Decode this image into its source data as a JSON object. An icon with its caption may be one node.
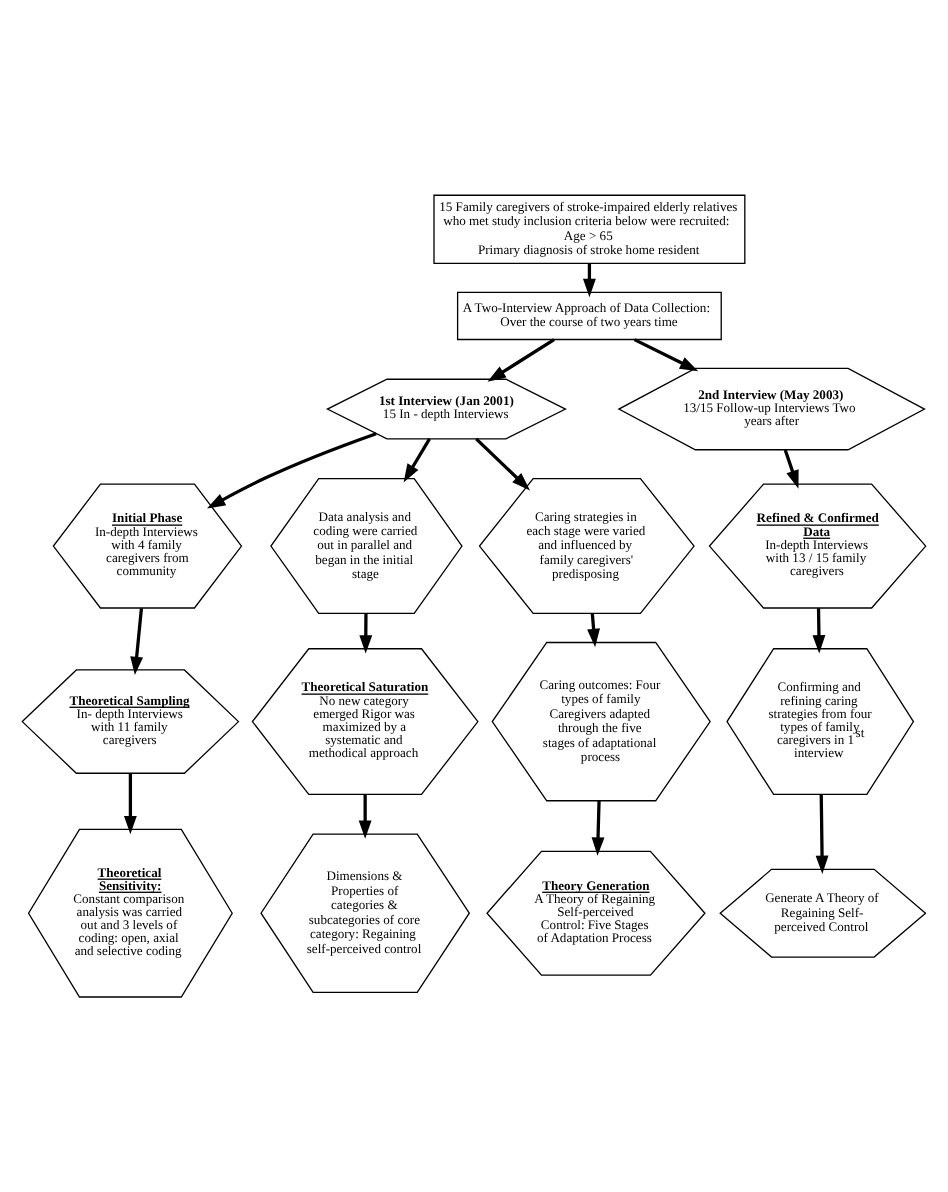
{
  "diagram": {
    "nodes": [
      {
        "text": [
          "15 Family caregivers of stroke-impaired elderly relatives who met study inclusion criteria below were recruited:",
          "Age > 65",
          "Primary diagnosis of stroke home resident"
        ]
      },
      {
        "text": [
          "A Two-Interview Approach of Data Collection:",
          "Over the course of two years time"
        ]
      },
      {
        "text": [
          "1st Interview (Jan 2001)",
          "15 In - depth Interviews"
        ]
      },
      {
        "text": [
          "2nd Interview (May 2003)",
          "13/15 Follow-up Interviews Two years after"
        ]
      },
      {
        "text": [
          "Initial Phase",
          "In-depth Interviews with 4 family caregivers from community"
        ]
      },
      {
        "text": [
          "Data analysis and coding were carried out in parallel and began in the initial stage"
        ]
      },
      {
        "text": [
          "Caring strategies in each stage were varied and influenced by family caregivers' predisposing"
        ]
      },
      {
        "text": [
          "Refined & Confirmed Data",
          "In-depth Interviews with 13 / 15 family caregivers"
        ]
      },
      {
        "text": [
          "Theoretical Sampling",
          "In- depth Interviews with 11 family caregivers"
        ]
      },
      {
        "text": [
          "Theoretical Saturation",
          "No new category emerged Rigor was maximized by a systematic and methodical approach"
        ]
      },
      {
        "text": [
          "Caring outcomes: Four types of family Caregivers adapted through the five stages of adaptational process"
        ]
      },
      {
        "text": [
          "Confirming and refining caring strategies from four types of family caregivers in 1$^{st}$ interview"
        ]
      },
      {
        "text": [
          "Theoretical Sensitivity:",
          "Constant comparison analysis was carried out and 3 levels of coding: open, axial and selective coding"
        ]
      },
      {
        "text": [
          "Dimensions & Properties of categories & subcategories of core category: Regaining self-perceived control"
        ]
      },
      {
        "text": [
          "Theory Generation",
          "A Theory of Regaining Self-perceived Control: Five Stages of Adaptation Process"
        ]
      },
      {
        "text": [
          "Generate A Theory of Regaining Self-perceived Control"
        ]
      }
    ],
    "edges": [
      {
        "from": 0,
        "to": 1,
        "arrow": "to"
      },
      {
        "from": 1,
        "to": 2,
        "arrow": "to"
      },
      {
        "from": 1,
        "to": 3,
        "arrow": "to"
      },
      {
        "from": 2,
        "to": 4,
        "arrow": "to"
      },
      {
        "from": 2,
        "to": 5,
        "arrow": "to"
      },
      {
        "from": 2,
        "to": 6,
        "arrow": "to"
      },
      {
        "from": 3,
        "to": 7,
        "arrow": "to"
      },
      {
        "from": 4,
        "to": 8,
        "arrow": "to"
      },
      {
        "from": 5,
        "to": 9,
        "arrow": "to"
      },
      {
        "from": 6,
        "to": 10,
        "arrow": "to"
      },
      {
        "from": 7,
        "to": 11,
        "arrow": "to"
      },
      {
        "from": 8,
        "to": 12,
        "arrow": "to"
      },
      {
        "from": 9,
        "to": 13,
        "arrow": "to"
      },
      {
        "from": 10,
        "to": 14,
        "arrow": "to"
      },
      {
        "from": 11,
        "to": 15,
        "arrow": "to"
      }
    ]
  }
}
